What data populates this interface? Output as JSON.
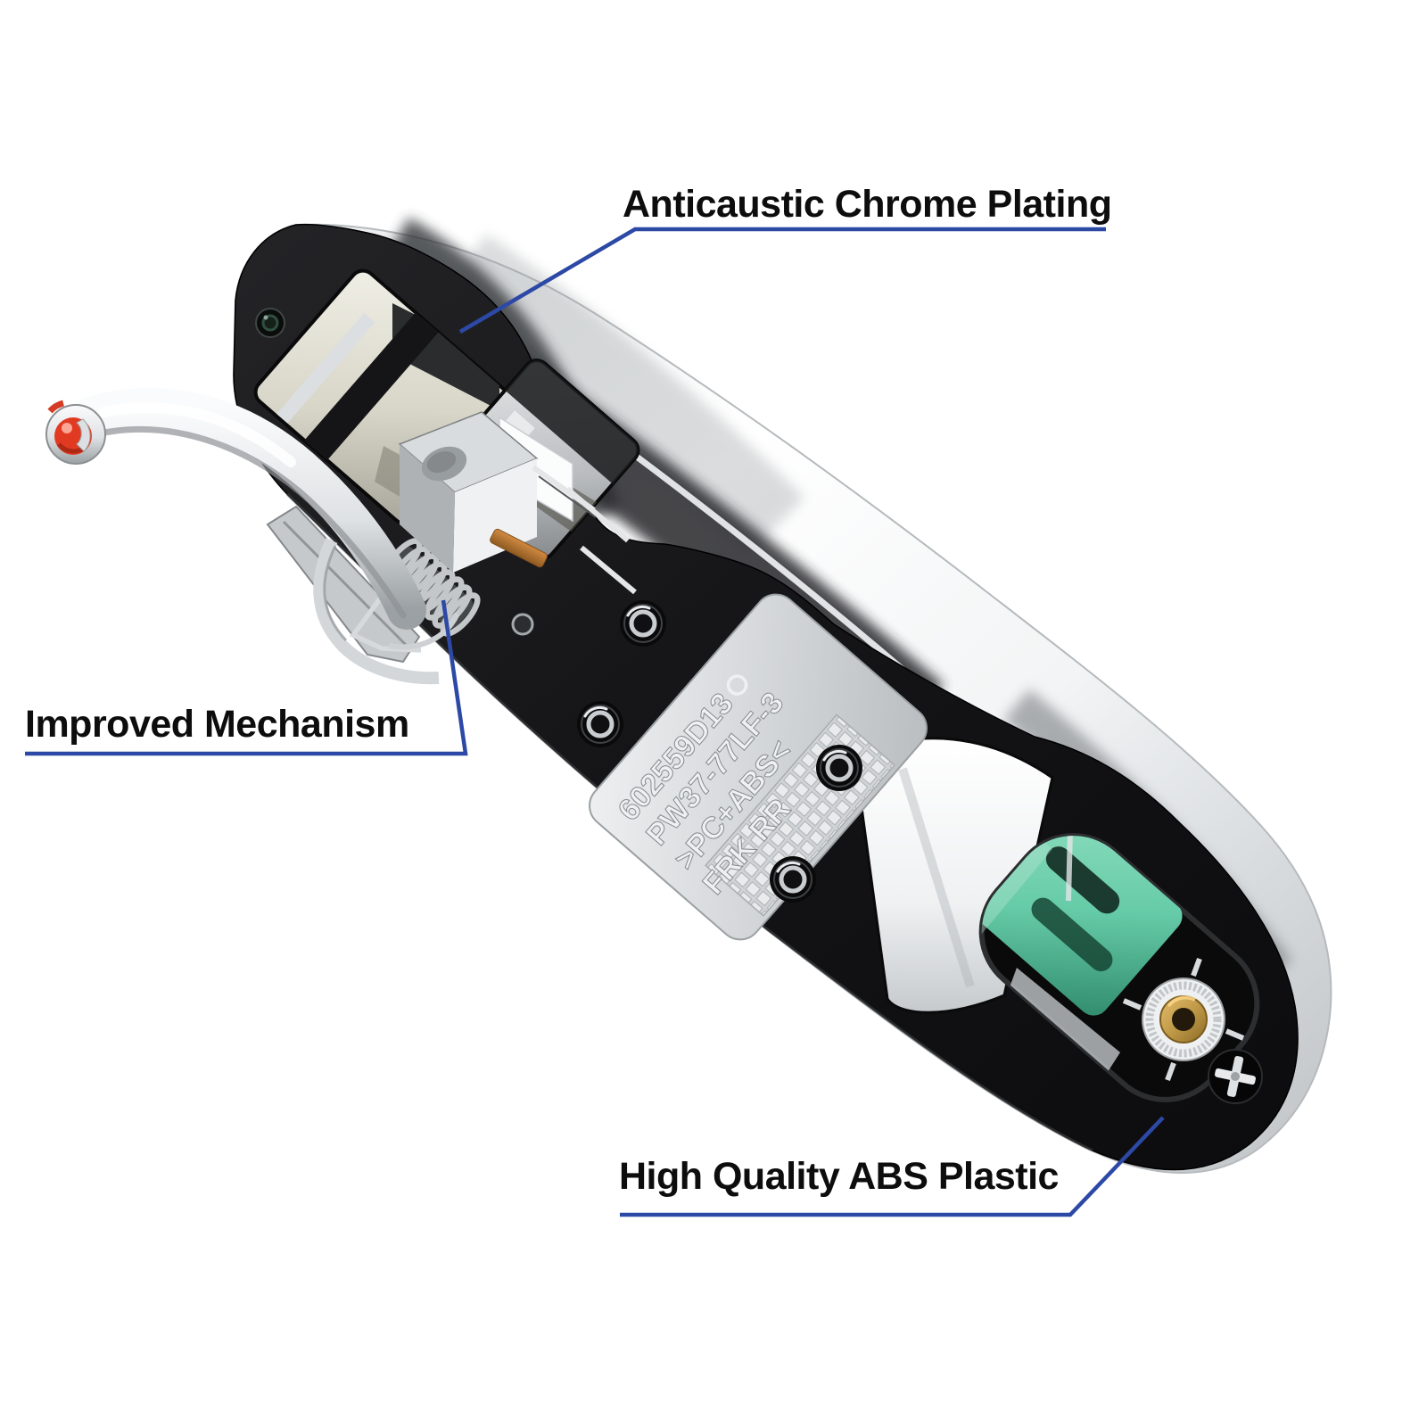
{
  "page": {
    "background": "#ffffff"
  },
  "annotations": {
    "line_color": "#2d49a6",
    "text_color": "#0d0d0d",
    "items": [
      {
        "id": "chrome-plating",
        "label": "Anticaustic Chrome Plating"
      },
      {
        "id": "mechanism",
        "label": "Improved Mechanism"
      },
      {
        "id": "abs-plastic",
        "label": "High Quality ABS Plastic"
      }
    ]
  },
  "product": {
    "plate_markings": {
      "line1": "602559D13",
      "line2": "PW37-77LF-3",
      "line3": ">PC+ABS<",
      "line4": "FRK RR"
    },
    "colors": {
      "chrome_highlight": "#ffffff",
      "chrome_shadow": "#8d9194",
      "plastic_black": "#141416",
      "gasket_teal": "#66cba8",
      "brass": "#c09a48",
      "lever_tip_red": "#e23a22",
      "copper": "#b5722f"
    }
  }
}
